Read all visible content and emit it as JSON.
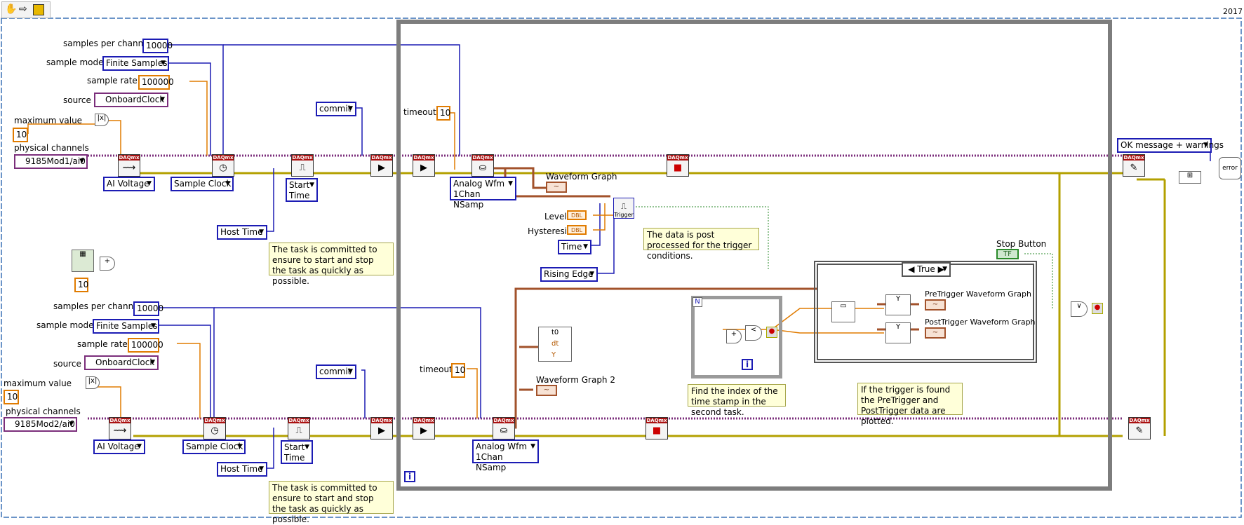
{
  "toolbar": {
    "year": "2017"
  },
  "task1": {
    "samples_per_channel_label": "samples per channel",
    "samples_per_channel": "10000",
    "sample_mode_label": "sample mode",
    "sample_mode": "Finite Samples",
    "sample_rate_label": "sample rate",
    "sample_rate": "100000",
    "source_label": "source",
    "source": "OnboardClock",
    "max_value_label": "maximum value",
    "max_value": "10",
    "physical_channels_label": "physical channels",
    "physical_channel": "9185Mod1/ai0",
    "ai_voltage": "AI Voltage",
    "sample_clock": "Sample Clock",
    "start_time": "Start\nTime",
    "host_time": "Host Time",
    "commit": "commit",
    "timeout_label": "timeout",
    "timeout": "10",
    "read_mode": "Analog Wfm\n1Chan NSamp",
    "comment": "The task is committed to ensure to start and stop the task as quickly as possible."
  },
  "task2": {
    "samples_per_channel_label": "samples per channel",
    "samples_per_channel": "10000",
    "sample_mode_label": "sample mode",
    "sample_mode": "Finite Samples",
    "sample_rate_label": "sample rate",
    "sample_rate": "100000",
    "source_label": "source",
    "source": "OnboardClock",
    "max_value_label": "maximum value",
    "max_value": "10",
    "physical_channels_label": "physical channels",
    "physical_channel": "9185Mod2/ai0",
    "ai_voltage": "AI Voltage",
    "sample_clock": "Sample Clock",
    "start_time": "Start\nTime",
    "host_time": "Host Time",
    "commit": "commit",
    "timeout_label": "timeout",
    "timeout": "10",
    "read_mode": "Analog Wfm\n1Chan NSamp",
    "comment": "The task is committed to ensure to start and stop the task as quickly as possible."
  },
  "shared": {
    "ten_constant": "10",
    "plus": "+"
  },
  "trigger": {
    "waveform_graph": "Waveform Graph",
    "waveform_graph_2": "Waveform Graph 2",
    "level_label": "Level",
    "hysteresis_label": "Hysteresis",
    "dbl": "DBL",
    "time": "Time",
    "rising_edge": "Rising Edge",
    "trigger_vi": "Trigger",
    "comment": "The data is post processed for the trigger conditions."
  },
  "inner_loop": {
    "t0": "t0",
    "dt": "dt",
    "y": "Y",
    "i_terminal": "i",
    "comment": "Find the index of the time stamp in the second task."
  },
  "case_structure": {
    "selector": "True",
    "pretrigger_graph": "PreTrigger Waveform Graph",
    "posttrigger_graph": "PostTrigger Waveform Graph",
    "comment": "If the trigger is found the PreTrigger and PostTrigger data are plotted."
  },
  "stop": {
    "label": "Stop Button",
    "tf": "TF"
  },
  "error": {
    "ok_message": "OK message + warnings"
  },
  "daqmx_banner": "DAQmx",
  "colors": {
    "blue": "#1c1cb4",
    "orange": "#e07b00",
    "purple": "#7b2e7b",
    "error_wire": "#c8b400",
    "waveform": "#a2522b",
    "loop": "#7d7d7d"
  }
}
